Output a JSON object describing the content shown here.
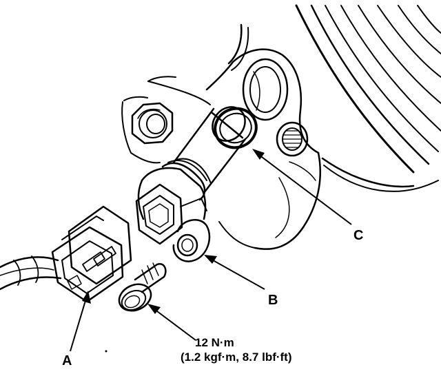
{
  "callouts": {
    "a": "A",
    "b": "B",
    "c": "C"
  },
  "torque": {
    "metric": "12 N·m",
    "imperial": "(1.2 kgf·m, 8.7 lbf·ft)"
  },
  "colors": {
    "ink": "#000000",
    "paper": "#ffffff"
  }
}
